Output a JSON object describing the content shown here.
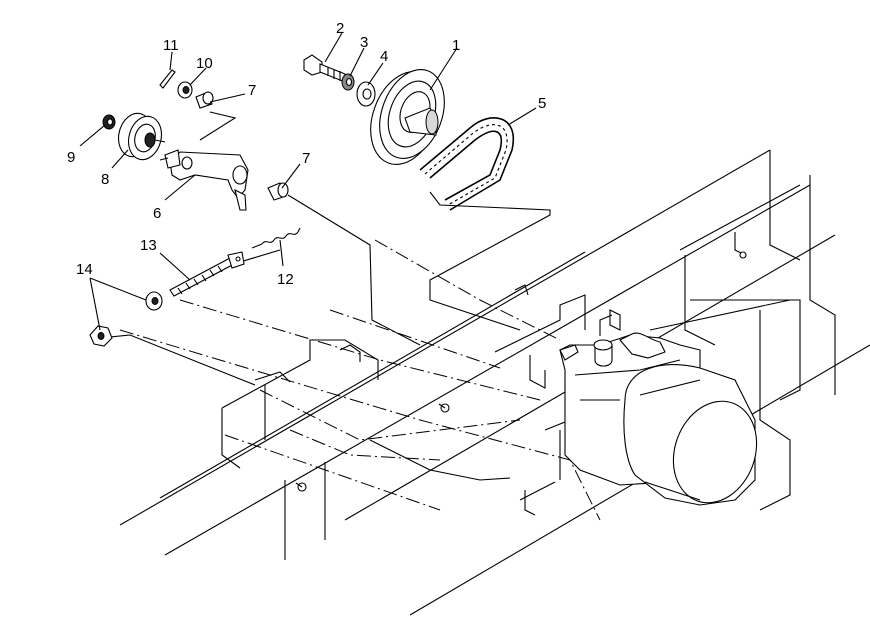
{
  "callouts": [
    {
      "id": "c1",
      "text": "1"
    },
    {
      "id": "c2",
      "text": "2"
    },
    {
      "id": "c3",
      "text": "3"
    },
    {
      "id": "c4",
      "text": "4"
    },
    {
      "id": "c5",
      "text": "5"
    },
    {
      "id": "c6",
      "text": "6"
    },
    {
      "id": "c7a",
      "text": "7"
    },
    {
      "id": "c7b",
      "text": "7"
    },
    {
      "id": "c8",
      "text": "8"
    },
    {
      "id": "c9",
      "text": "9"
    },
    {
      "id": "c10",
      "text": "10"
    },
    {
      "id": "c11",
      "text": "11"
    },
    {
      "id": "c12",
      "text": "12"
    },
    {
      "id": "c13",
      "text": "13"
    },
    {
      "id": "c14",
      "text": "14"
    }
  ]
}
